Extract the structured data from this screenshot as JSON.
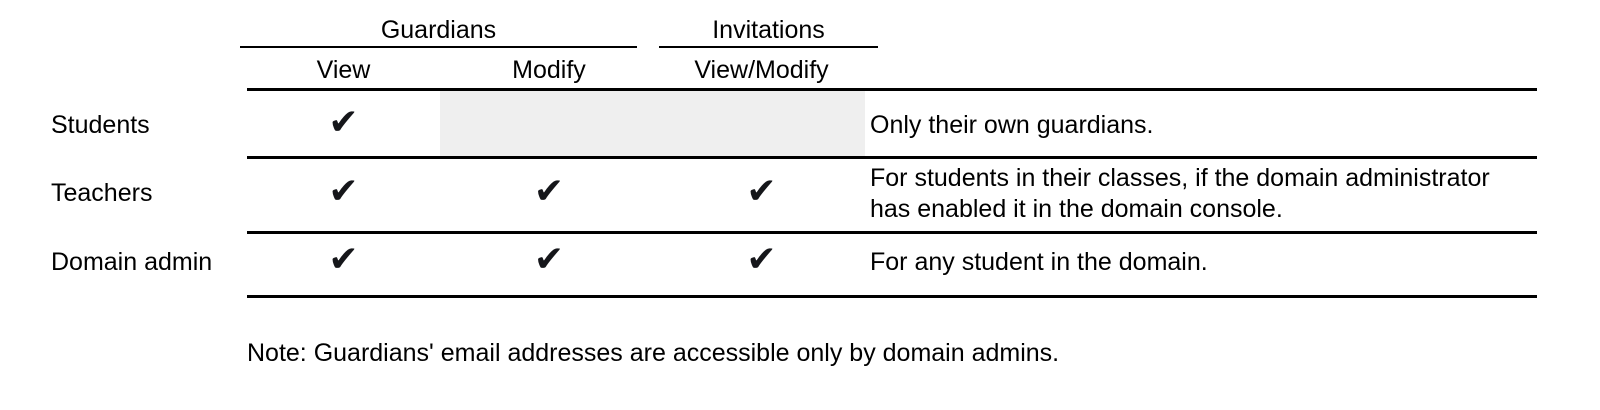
{
  "table": {
    "column_groups": [
      {
        "label": "Guardians",
        "spans": [
          "View",
          "Modify"
        ]
      },
      {
        "label": "Invitations",
        "spans": [
          "View/Modify"
        ]
      }
    ],
    "columns": [
      {
        "key": "role",
        "header": ""
      },
      {
        "key": "guardians_view",
        "header": "View"
      },
      {
        "key": "guardians_modify",
        "header": "Modify"
      },
      {
        "key": "invitations_view_modify",
        "header": "View/Modify"
      },
      {
        "key": "notes",
        "header": ""
      }
    ],
    "check_glyph": "✔",
    "shaded_color": "#efefef",
    "rule_color": "#000000",
    "rows": [
      {
        "role": "Students",
        "guardians_view": "✔",
        "guardians_modify": "",
        "invitations_view_modify": "",
        "shaded": true,
        "notes": "Only their own guardians."
      },
      {
        "role": "Teachers",
        "guardians_view": "✔",
        "guardians_modify": "✔",
        "invitations_view_modify": "✔",
        "shaded": false,
        "notes": "For students in their classes, if the domain administrator has enabled it in the domain console."
      },
      {
        "role": "Domain admin",
        "guardians_view": "✔",
        "guardians_modify": "✔",
        "invitations_view_modify": "✔",
        "shaded": false,
        "notes": "For any student in the domain."
      }
    ]
  },
  "footnote": "Note: Guardians' email addresses are accessible only by domain admins."
}
